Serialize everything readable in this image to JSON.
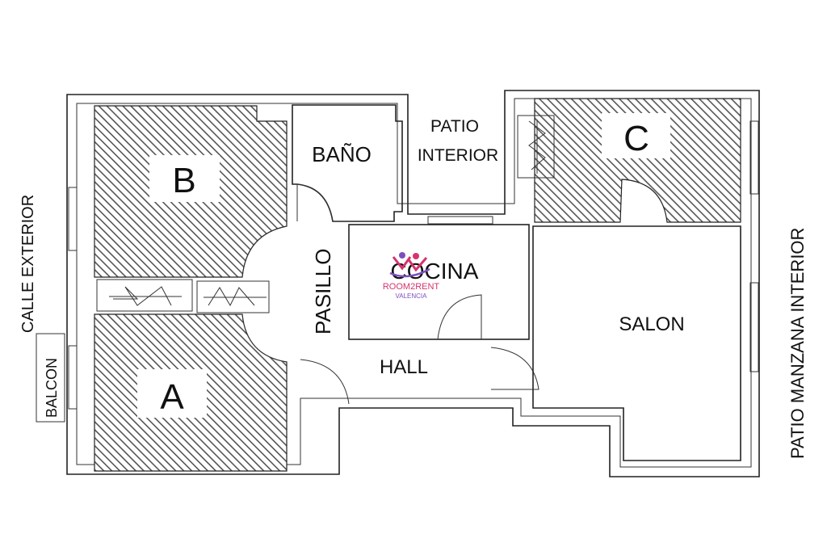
{
  "rooms": {
    "b": "B",
    "a": "A",
    "c": "C",
    "bano": "BAÑO",
    "patio_interior_1": "PATIO",
    "patio_interior_2": "INTERIOR",
    "pasillo": "PASILLO",
    "cocina": "COCINA",
    "hall": "HALL",
    "salon": "SALON"
  },
  "outside": {
    "calle_exterior": "CALLE EXTERIOR",
    "balcon": "BALCON",
    "patio_manzana": "PATIO MANZANA INTERIOR"
  },
  "logo": {
    "name": "ROOM2RENT",
    "city": "VALENCIA",
    "colors": {
      "pink": "#d6336c",
      "purple": "#7b4fc0"
    }
  },
  "colors": {
    "hatch": "#555555",
    "wall": "#222222"
  }
}
